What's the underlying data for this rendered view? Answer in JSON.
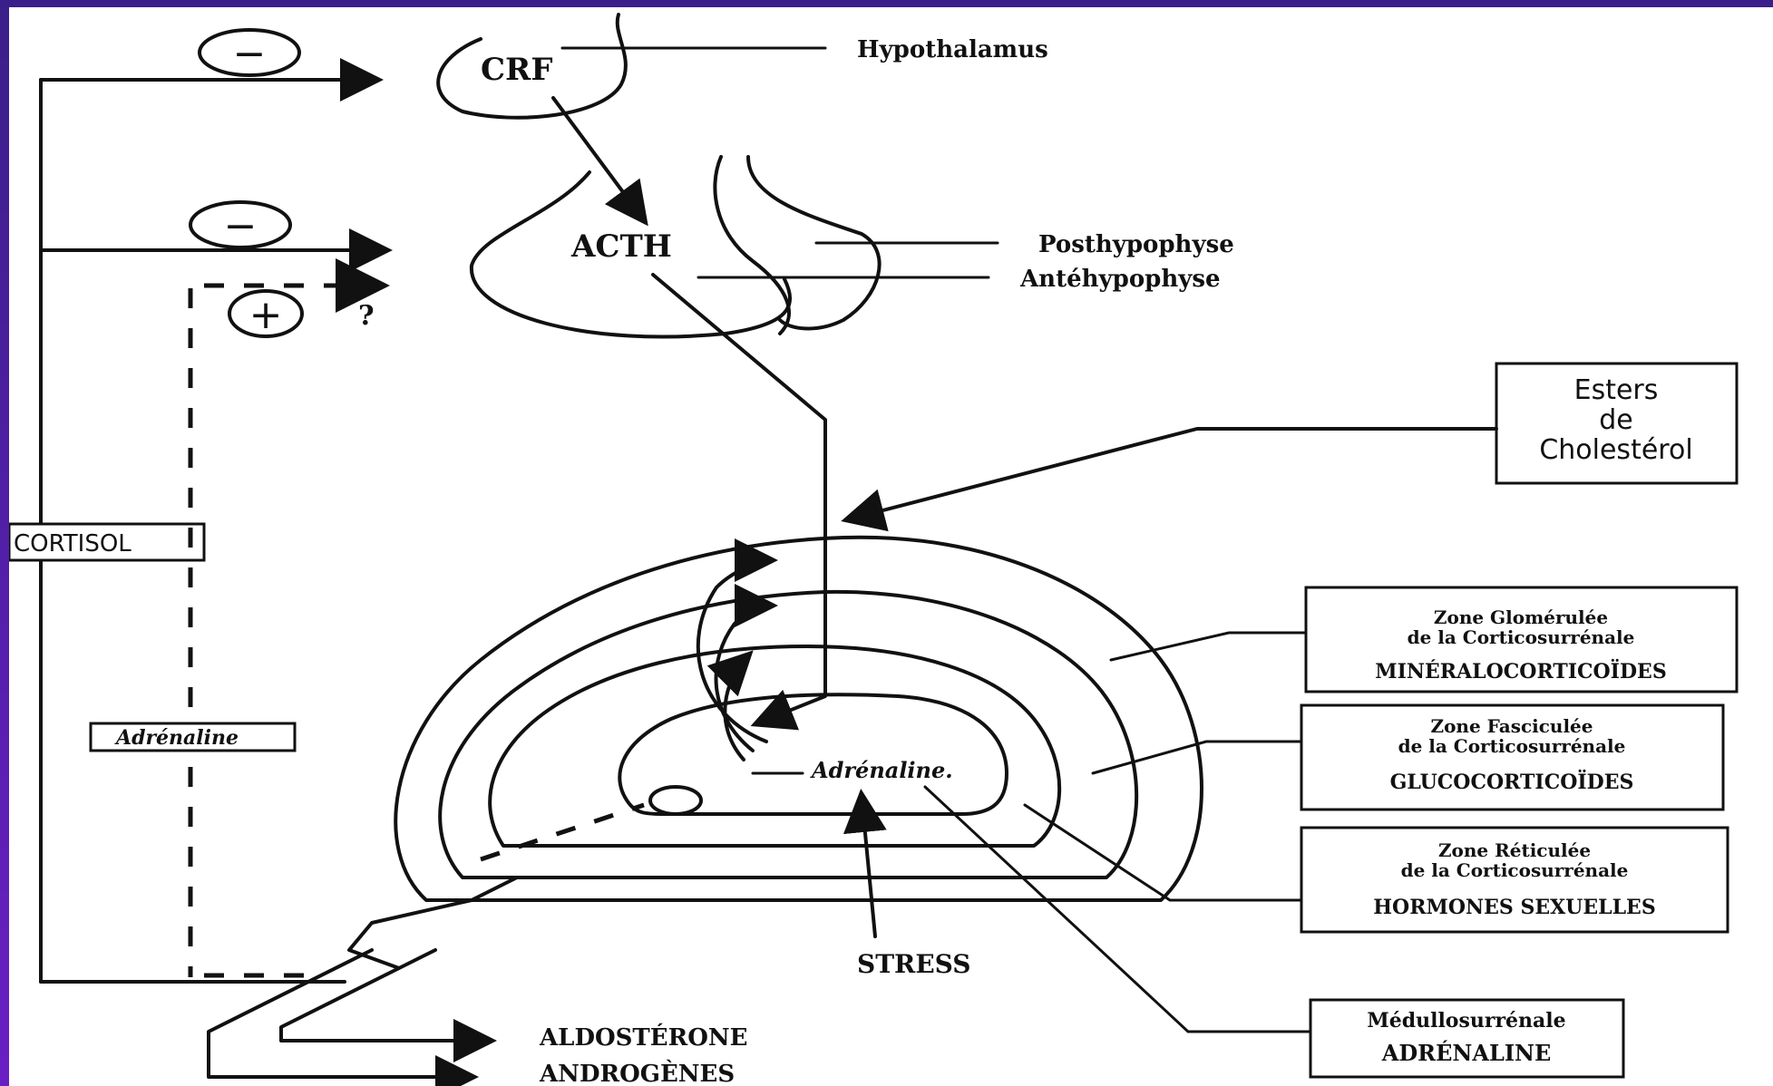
{
  "labels": {
    "hypothalamus": "Hypothalamus",
    "crf": "CRF",
    "acth": "ACTH",
    "posthypophyse": "Posthypophyse",
    "antehypophyse": "Antéhypophyse",
    "question": "?",
    "cortisol": "CORTISOL",
    "adrenaline_box": "Adrénaline",
    "adrenaline_inner": "Adrénaline.",
    "stress": "STRESS",
    "aldosterone": "ALDOSTÉRONE",
    "androgenes": "ANDROGÈNES"
  },
  "boxes": {
    "esters": [
      "Esters",
      "de",
      "Cholestérol"
    ],
    "glomerulee": {
      "title": [
        "Zone Glomérulée",
        "de la Corticosurrénale"
      ],
      "hormone": "MINÉRALOCORTICOÏDES"
    },
    "fasciculee": {
      "title": [
        "Zone Fasciculée",
        "de la Corticosurrénale"
      ],
      "hormone": "GLUCOCORTICOÏDES"
    },
    "reticulee": {
      "title": [
        "Zone Réticulée",
        "de la Corticosurrénale"
      ],
      "hormone": "HORMONES SEXUELLES"
    },
    "medullo": {
      "title": "Médullosurrénale",
      "hormone": "ADRÉNALINE"
    }
  },
  "signs": {
    "minus1": "−",
    "minus2": "−",
    "plus": "+"
  }
}
